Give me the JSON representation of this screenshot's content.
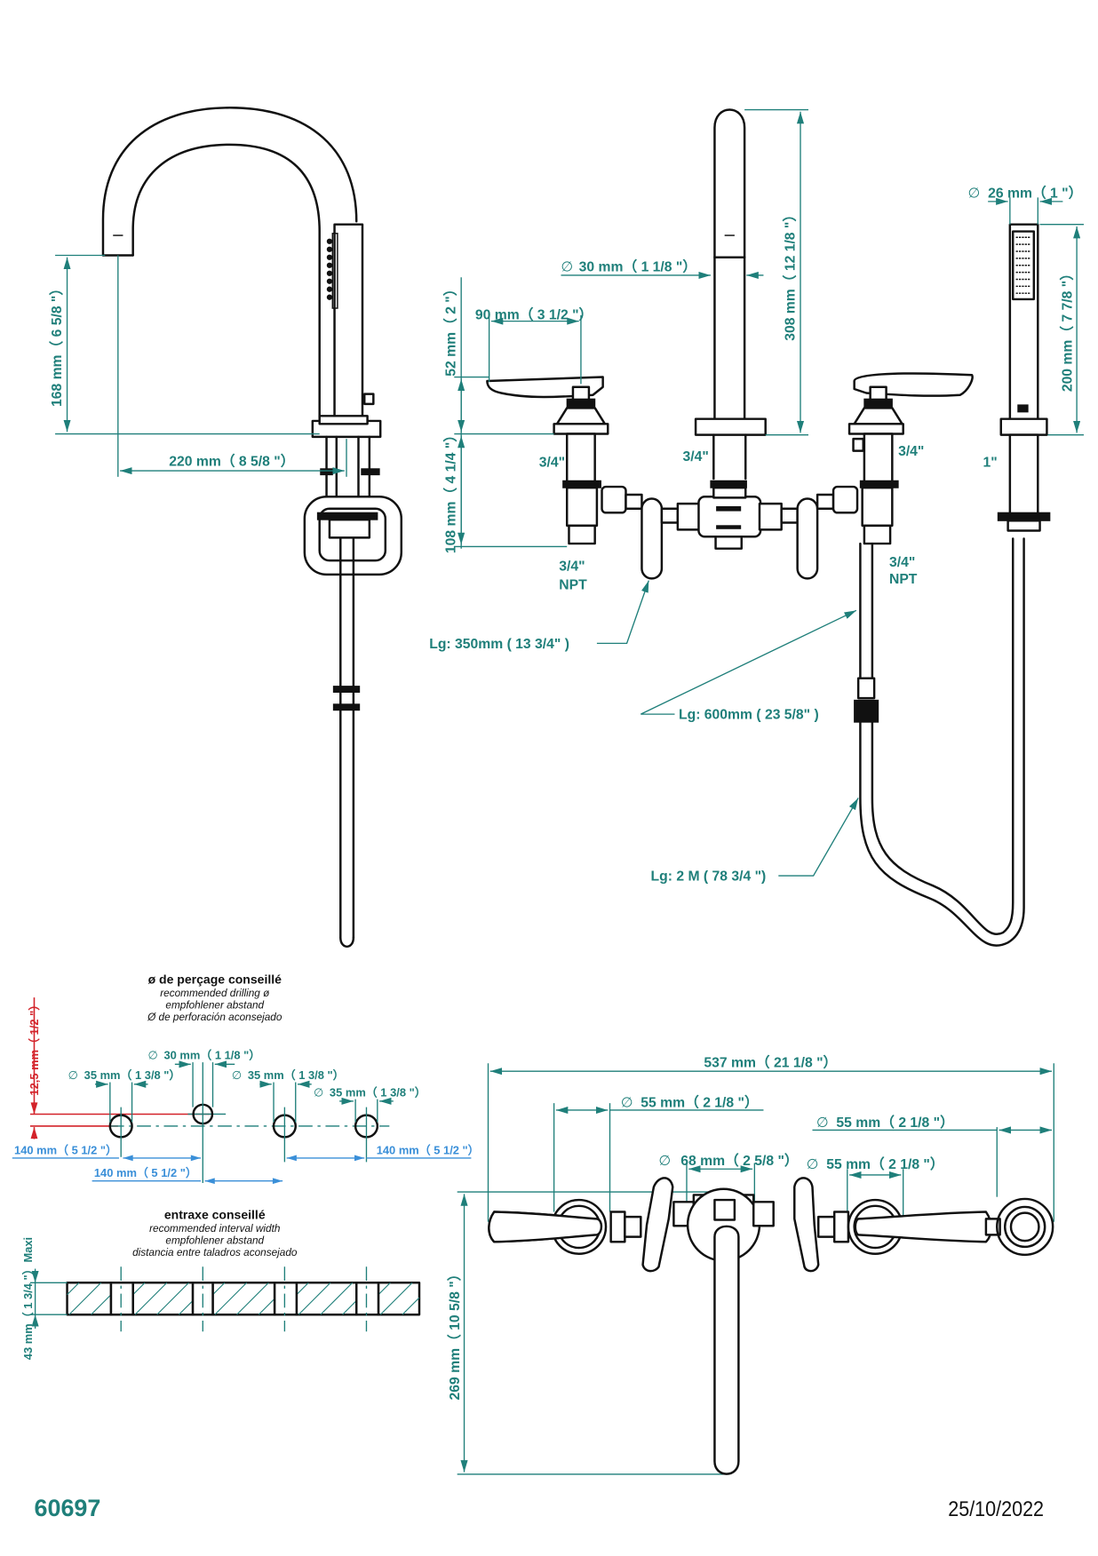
{
  "document": {
    "product_code": "60697",
    "date": "25/10/2022",
    "colors": {
      "dimension": "#1f7f7a",
      "spacing": "#3a8fd8",
      "offset": "#d3232a",
      "outline": "#111111"
    }
  },
  "side_view": {
    "spout_height": "168 mm（ 6 5/8 \"）",
    "spout_reach": "220 mm（ 8 5/8 \"）"
  },
  "front_view": {
    "handle_length": "90 mm（ 3 1/2 \"）",
    "handle_height": "52 mm（ 2 \"）",
    "spout_diameter": "30 mm（ 1 1/8 \"）",
    "spout_total_height": "308 mm（ 12 1/8 \"）",
    "valve_body_height": "108 mm（ 4 1/4 \"）",
    "shower_diameter": "26 mm（ 1 \"）",
    "shower_height": "200 mm（ 7 7/8 \"）",
    "thread_left": "3/4\"",
    "thread_center": "3/4\"",
    "thread_right": "3/4\"",
    "thread_shower": "1\"",
    "npt_left_size": "3/4\"",
    "npt_left_type": "NPT",
    "npt_right_size": "3/4\"",
    "npt_right_type": "NPT",
    "hose_350": "Lg: 350mm  ( 13 3/4\" )",
    "hose_600": "Lg: 600mm  ( 23 5/8\" )",
    "hose_2m": "Lg: 2 M ( 78 3/4 \")"
  },
  "drilling": {
    "title": "ø de perçage conseillé",
    "subtitle_en": "recommended drilling ø",
    "subtitle_de": "empfohlener abstand",
    "subtitle_es": "Ø de perforación aconsejado",
    "center_hole": "30 mm（ 1 1/8 \"）",
    "left_hole": "35 mm（ 1 3/8 \"）",
    "mid_hole": "35 mm（ 1 3/8 \"）",
    "right_hole": "35 mm（ 1 3/8 \"）",
    "offset": "12,5 mm（ 1/2 \"）",
    "spacing_left": "140 mm（ 5 1/2 \"）",
    "spacing_center": "140 mm（ 5 1/2 \"）",
    "spacing_right": "140 mm（ 5 1/2 \"）",
    "diameter_symbol": "∅"
  },
  "interval": {
    "title": "entraxe conseillé",
    "subtitle_en": "recommended interval width",
    "subtitle_de": "empfohlener abstand",
    "subtitle_es": "distancia entre taladros aconsejado",
    "max_thickness": "43 mm（ 1 3/4 \"）",
    "max_label": "Maxi"
  },
  "plan_view": {
    "total_width": "537 mm（ 21 1/8 \"）",
    "left_rosette": "55 mm（ 2 1/8 \"）",
    "shower_rosette": "55 mm（ 2 1/8 \"）",
    "spout_rosette": "68 mm（ 2 5/8 \"）",
    "right_rosette": "55 mm（ 2 1/8 \"）",
    "depth": "269 mm（ 10 5/8 \"）"
  }
}
